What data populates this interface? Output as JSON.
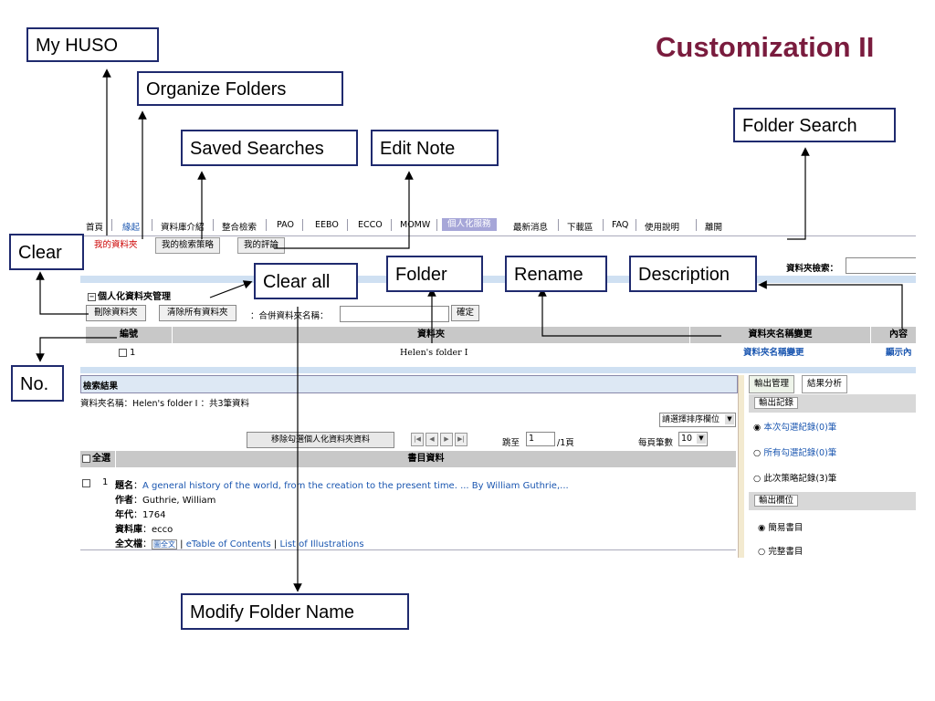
{
  "slide": {
    "title": "Customization II"
  },
  "callouts": {
    "my_huso": "My HUSO",
    "organize_folders": "Organize Folders",
    "saved_searches": "Saved Searches",
    "edit_note": "Edit Note",
    "folder_search": "Folder Search",
    "clear": "Clear",
    "clear_all": "Clear all",
    "folder": "Folder",
    "rename": "Rename",
    "description": "Description",
    "no": "No.",
    "modify_folder_name": "Modify Folder Name"
  },
  "nav": {
    "items": [
      "首頁",
      "緣起",
      "資料庫介紹",
      "整合檢索",
      "PAO",
      "EEBO",
      "ECCO",
      "MOMW",
      "個人化服務",
      "最新消息",
      "下載區",
      "FAQ",
      "使用說明",
      "離開"
    ],
    "active_index": 8
  },
  "subtabs": {
    "my_folders": "我的資料夾",
    "my_search_strategies": "我的檢索策略",
    "my_notes": "我的評論"
  },
  "folder_search": {
    "label": "資料夾檢索："
  },
  "folder_mgmt": {
    "header": "個人化資料夾管理",
    "delete_button": "刪除資料夾",
    "clear_all_button": "清除所有資料夾",
    "merge_label": "：合併資料夾名稱：",
    "merge_value": "",
    "confirm_button": "確定"
  },
  "folder_table": {
    "columns": [
      "編號",
      "資料夾",
      "資料夾名稱變更",
      "內容"
    ],
    "rows": [
      {
        "no": "1",
        "folder": "Helen's folder I",
        "rename": "資料夾名稱變更",
        "description": "顯示內"
      }
    ]
  },
  "results": {
    "header": "檢索結果",
    "summary": "資料夾名稱：Helen's folder I ：共3筆資料",
    "sort_select": "請選擇排序欄位",
    "remove_button": "移除勾選個人化資料夾資料",
    "jump_label": "跳至",
    "jump_value": "1",
    "page_total": "/1頁",
    "per_page_label": "每頁筆數",
    "per_page_value": "10",
    "select_all": "全選",
    "bib_header": "書目資料",
    "records": [
      {
        "no": "1",
        "title_label": "題名",
        "title": "A general history of the world, from the creation to the present time. ... By William Guthrie,...",
        "author_label": "作者",
        "author": "Guthrie, William",
        "year_label": "年代",
        "year": "1764",
        "db_label": "資料庫",
        "db": "ecco",
        "fulltext_label": "全文檔",
        "fulltext_icon": "圖全文",
        "links": [
          "eTable of Contents",
          "List of Illustrations"
        ]
      }
    ]
  },
  "output_panel": {
    "tab_output": "輸出管理",
    "tab_analysis": "結果分析",
    "records_head": "輸出記錄",
    "options": [
      "本次勾選紀錄(0)筆",
      "所有勾選記錄(0)筆",
      "此次策略記錄(3)筆"
    ],
    "fields_head": "輸出欄位",
    "field_options": [
      "簡易書目",
      "完整書目"
    ]
  },
  "colors": {
    "title": "#7a1c3e",
    "callout_border": "#1f2a6e",
    "link": "#1a56b0",
    "active_tab": "#a6a6d8"
  }
}
